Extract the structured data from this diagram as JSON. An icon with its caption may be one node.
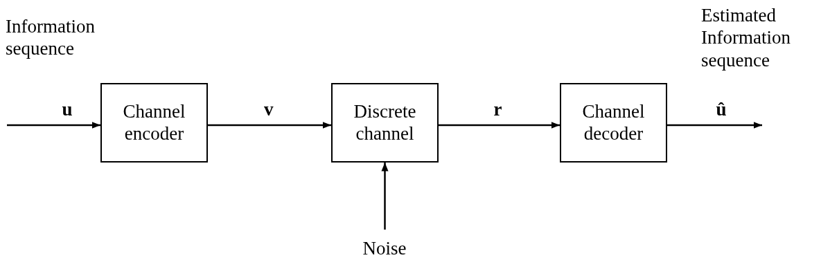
{
  "diagram": {
    "nodes": [
      {
        "text": [
          "Channel encoder"
        ]
      },
      {
        "text": [
          "Discrete channel"
        ]
      },
      {
        "text": [
          "Channel decoder"
        ]
      },
      {
        "text": [
          "Noise"
        ]
      }
    ],
    "edges": [
      {
        "from": null,
        "to": 0,
        "arrow": "to",
        "label": "u"
      },
      {
        "from": 0,
        "to": 1,
        "arrow": "to",
        "label": "v"
      },
      {
        "from": 1,
        "to": 2,
        "arrow": "to",
        "label": "r"
      },
      {
        "from": 2,
        "to": null,
        "arrow": "to",
        "label": "û"
      },
      {
        "from": 3,
        "to": 1,
        "arrow": "to"
      }
    ],
    "labels": [
      "Information sequence",
      "Estimated Information sequence"
    ]
  }
}
